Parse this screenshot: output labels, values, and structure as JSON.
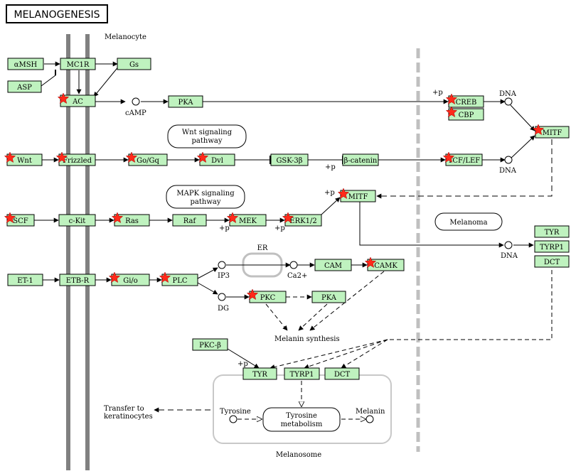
{
  "title": "MELANOGENESIS",
  "labels": {
    "melanocyte": "Melanocyte",
    "melanosome": "Melanosome",
    "melanin_synthesis": "Melanin synthesis",
    "transfer": [
      "Transfer to",
      "keratinocytes"
    ],
    "tyrosine": "Tyrosine",
    "melanin": "Melanin",
    "camp": "cAMP",
    "ip3": "IP3",
    "dg": "DG",
    "ca": "Ca2+",
    "er": "ER",
    "dna": "DNA",
    "plus_p": "+p"
  },
  "pathways": {
    "wnt": [
      "Wnt signaling",
      "pathway"
    ],
    "mapk": [
      "MAPK signaling",
      "pathway"
    ],
    "melanoma": "Melanoma",
    "tyrosine_metabolism": [
      "Tyrosine",
      "metabolism"
    ]
  },
  "genes": {
    "amsh": "αMSH",
    "mc1r": "MC1R",
    "gs": "Gs",
    "asp": "ASP",
    "ac": "AC",
    "pka": "PKA",
    "creb": "CREB",
    "cbp": "CBP",
    "mitf": "MITF",
    "wnt": "Wnt",
    "frizzled": "Frizzled",
    "goq": "Go/Gq",
    "dvl": "Dvl",
    "gsk": "GSK-3β",
    "bcat": "β-catenin",
    "tcf": "TCF/LEF",
    "scf": "SCF",
    "ckit": "c-Kit",
    "ras": "Ras",
    "raf": "Raf",
    "mek": "MEK",
    "erk": "ERK1/2",
    "mitf2": "MITF",
    "et1": "ET-1",
    "etbr": "ETB-R",
    "gio": "Gi/o",
    "plc": "PLC",
    "cam": "CAM",
    "camk": "CAMK",
    "pkc": "PKC",
    "pka2": "PKA",
    "pkcb": "PKC-β",
    "tyr": "TYR",
    "tyrp1": "TYRP1",
    "dct": "DCT",
    "tyr_r": "TYR",
    "tyrp1_r": "TYRP1",
    "dct_r": "DCT"
  },
  "colors": {
    "gene_fill": "#bff2bf",
    "membrane": "#808080",
    "star": "#ff2a1a",
    "dashed_sep": "#c0c0c0",
    "compartment": "#c8c8c8"
  }
}
